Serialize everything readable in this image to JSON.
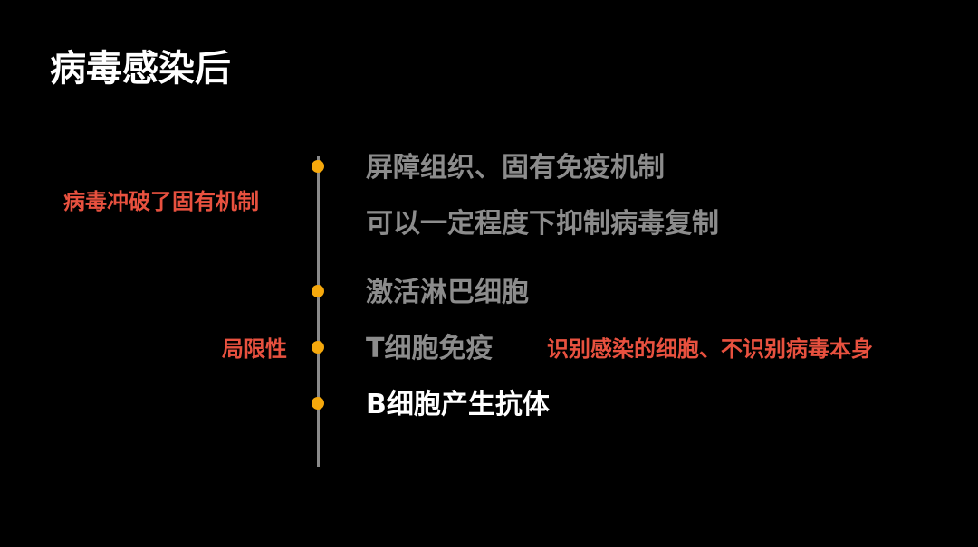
{
  "slide": {
    "title": "病毒感染后",
    "colors": {
      "background": "#000000",
      "title": "#ffffff",
      "item_muted": "#8c8c8c",
      "item_active": "#ffffff",
      "accent_dot": "#f5a80c",
      "annotation_red": "#e8513f",
      "timeline": "#8a8a8a"
    },
    "timeline": {
      "items": [
        {
          "label": "屏障组织、固有免疫机制",
          "has_dot": true
        },
        {
          "label": "可以一定程度下抑制病毒复制",
          "has_dot": false
        },
        {
          "label": "激活淋巴细胞",
          "has_dot": true
        },
        {
          "label": "T细胞免疫",
          "has_dot": true
        },
        {
          "label": "B细胞产生抗体",
          "has_dot": true
        }
      ]
    },
    "annotations": {
      "left_1": "病毒冲破了固有机制",
      "left_2": "局限性",
      "right_t_cell": "识别感染的细胞、不识别病毒本身"
    }
  }
}
